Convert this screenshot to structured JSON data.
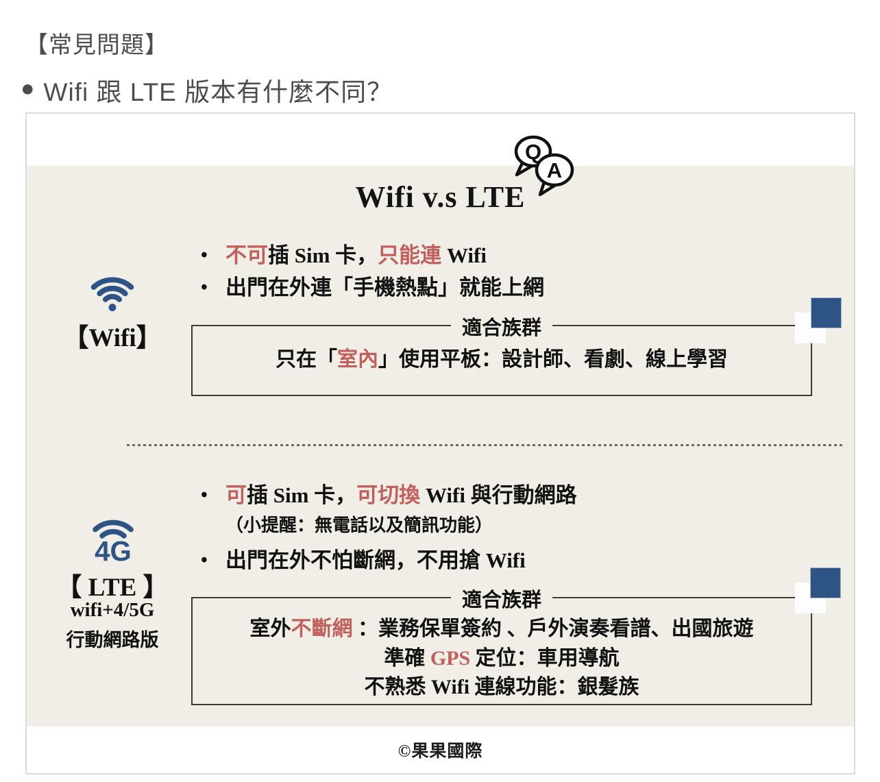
{
  "page": {
    "faq_heading": "【常見問題】",
    "question_bullet": "●",
    "question": "Wifi 跟 LTE 版本有什麼不同？"
  },
  "infographic": {
    "title": "Wifi v.s LTE",
    "qa_badge": {
      "q": "Q",
      "a": "A"
    },
    "bullet_glyph": "●",
    "colors": {
      "accent_blue": "#2e5486",
      "accent_red": "#c05f5c",
      "panel_beige": "#f0eee6"
    },
    "wifi": {
      "label": "【Wifi】",
      "bullet1": [
        {
          "t": "不可",
          "c": "red"
        },
        {
          "t": "插 Sim 卡，"
        },
        {
          "t": "只能連",
          "c": "red"
        },
        {
          "t": " Wifi"
        }
      ],
      "bullet2": [
        {
          "t": "出門在外連「手機熱點」就能上網"
        }
      ],
      "box": {
        "legend": "適合族群",
        "line1": [
          {
            "t": "只在「"
          },
          {
            "t": "室內",
            "c": "red"
          },
          {
            "t": "」使用平板：設計師、看劇、線上學習"
          }
        ]
      }
    },
    "lte": {
      "icon_text": "4G",
      "label": "【 LTE 】",
      "sublabel1": "wifi+4/5G",
      "sublabel2": "行動網路版",
      "bullet1": [
        {
          "t": "可",
          "c": "red"
        },
        {
          "t": "插 Sim 卡，"
        },
        {
          "t": "可切換",
          "c": "red"
        },
        {
          "t": " Wifi 與行動網路"
        }
      ],
      "note": "（小提醒：無電話以及簡訊功能）",
      "bullet2": [
        {
          "t": "出門在外不怕斷網，不用搶 Wifi"
        }
      ],
      "box": {
        "legend": "適合族群",
        "line1": [
          {
            "t": "室外"
          },
          {
            "t": "不斷網",
            "c": "red"
          },
          {
            "t": " ：業務保單簽約 、戶外演奏看譜、出國旅遊"
          }
        ],
        "line2": [
          {
            "t": "準確 "
          },
          {
            "t": "GPS",
            "c": "red"
          },
          {
            "t": " 定位：車用導航"
          }
        ],
        "line3": [
          {
            "t": "不熟悉 Wifi 連線功能：銀髮族"
          }
        ]
      }
    },
    "footer": "©果果國際"
  }
}
